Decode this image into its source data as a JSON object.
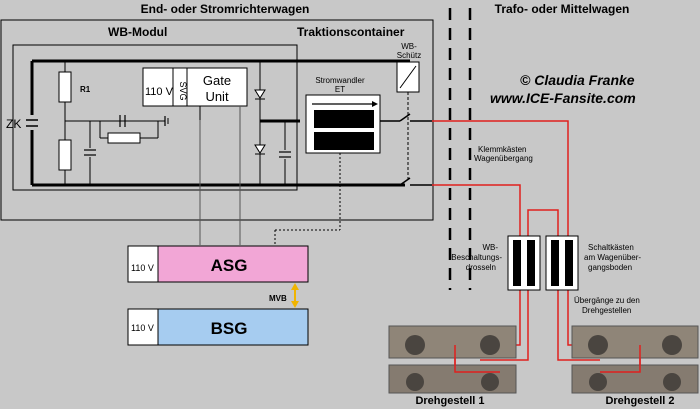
{
  "labels": {
    "left_wagon": "End- oder Stromrichterwagen",
    "right_wagon": "Trafo- oder Mittelwagen",
    "wb_modul": "WB-Modul",
    "traktionscontainer": "Traktionscontainer",
    "zk": "ZK",
    "r1": "R1",
    "v110_top": "110 V",
    "svg_label": "SVG",
    "gate_line1": "Gate",
    "gate_line2": "Unit",
    "stromwandler_line1": "Stromwandler",
    "stromwandler_line2": "ET",
    "wb_schuetz_line1": "WB-",
    "wb_schuetz_line2": "Schütz",
    "copyright": "© Claudia Franke",
    "website": "www.ICE-Fansite.com",
    "klemm_line1": "Klemmkästen",
    "klemm_line2": "Wagenübergang",
    "wb_besch_line1": "WB-",
    "wb_besch_line2": "Beschaltungs-",
    "wb_besch_line3": "drosseln",
    "schalt_line1": "Schaltkästen",
    "schalt_line2": "am Wagenüber-",
    "schalt_line3": "gangsboden",
    "uebergaenge_line1": "Übergänge zu den",
    "uebergaenge_line2": "Drehgestellen",
    "asg": "ASG",
    "bsg": "BSG",
    "mvb": "MVB",
    "v110_asg": "110 V",
    "v110_bsg": "110 V",
    "drehgestell1": "Drehgestell 1",
    "drehgestell2": "Drehgestell 2"
  },
  "colors": {
    "background": "#c8c8c8",
    "red_wire": "#e0201e",
    "asg_fill": "#f2a6d6",
    "bsg_fill": "#a6ccf0",
    "mvb_arrow": "#f0b400",
    "black": "#000000"
  }
}
